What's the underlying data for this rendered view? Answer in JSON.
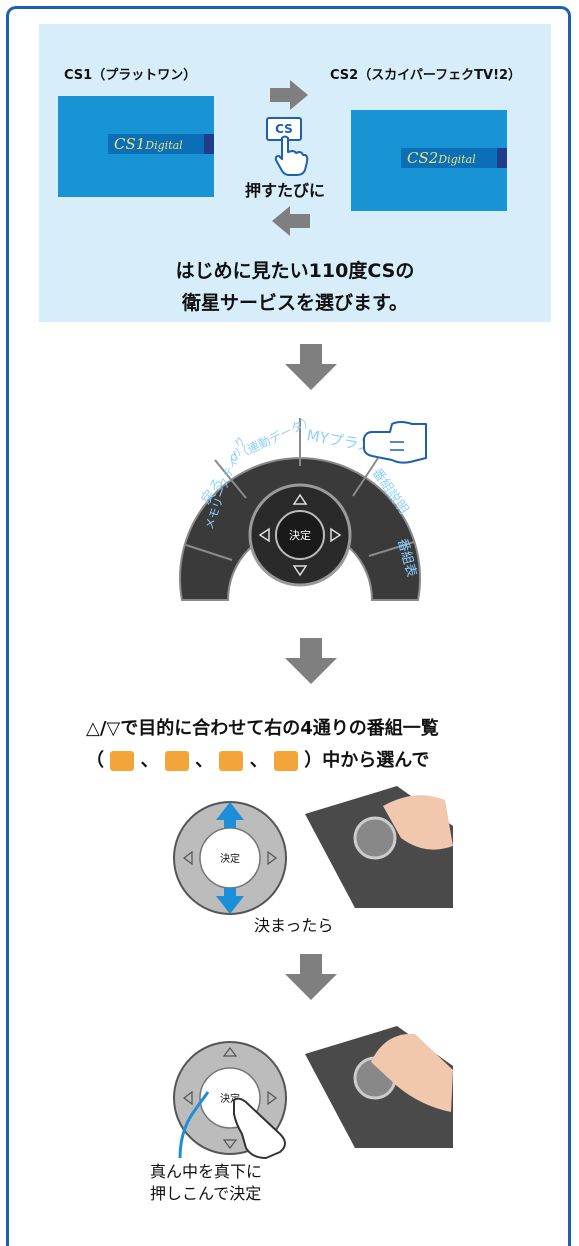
{
  "satellite_select": {
    "cs1_label": "CS1（プラットワン）",
    "cs2_label": "CS2（スカイパーフェクTV!2）",
    "cs1_logo": "CS1",
    "cs1_logo_sub": "Digital",
    "cs2_logo": "CS2",
    "cs2_logo_sub": "Digital",
    "button_label": "CS",
    "press_text": "押すたびに",
    "instruction_line1": "はじめに見たい110度CSの",
    "instruction_line2": "衛星サービスを選びます。"
  },
  "remote_wheel": {
    "seg_memory": "メモリースティック",
    "seg_back": "戻る",
    "seg_d": "d（連動データ）",
    "seg_my": "MYプラス",
    "seg_info": "番組説明",
    "seg_guide": "番組表",
    "center_label": "決定"
  },
  "step2": {
    "line1": "△/▽で目的に合わせて右の4通りの番組一覧",
    "line2_open": "（",
    "sep": "、",
    "line2_close": "）中から選んで",
    "center_label": "決定",
    "caption": "決まったら"
  },
  "step3": {
    "center_label": "決定",
    "caption_line1": "真ん中を真下に",
    "caption_line2": "押しこんで決定"
  },
  "colors": {
    "frame": "#1d5fb0",
    "panel": "#d7eefa",
    "arrow_gray": "#7f7f7f",
    "accent_blue": "#1d8fd8"
  }
}
